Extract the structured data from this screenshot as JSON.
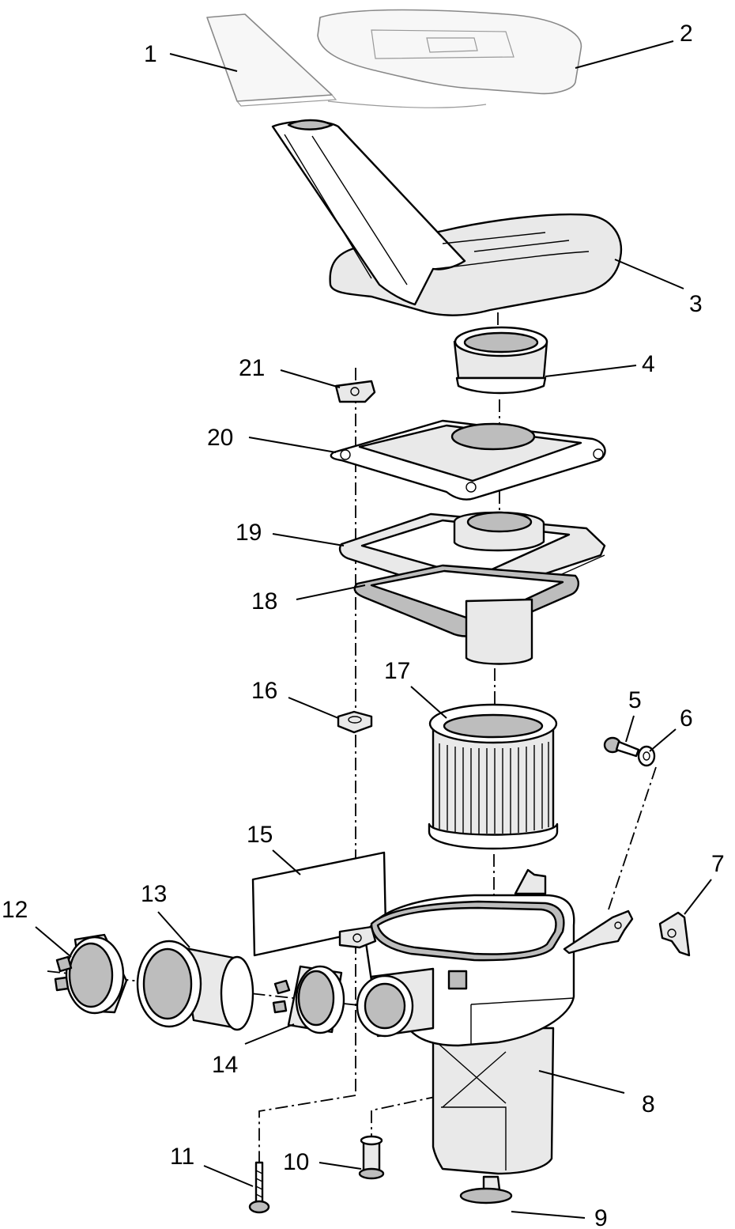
{
  "diagram": {
    "callouts": [
      {
        "number": "1"
      },
      {
        "number": "2"
      },
      {
        "number": "3"
      },
      {
        "number": "4"
      },
      {
        "number": "5"
      },
      {
        "number": "6"
      },
      {
        "number": "7"
      },
      {
        "number": "8"
      },
      {
        "number": "9"
      },
      {
        "number": "10"
      },
      {
        "number": "11"
      },
      {
        "number": "12"
      },
      {
        "number": "13"
      },
      {
        "number": "14"
      },
      {
        "number": "15"
      },
      {
        "number": "16"
      },
      {
        "number": "17"
      },
      {
        "number": "18"
      },
      {
        "number": "19"
      },
      {
        "number": "20"
      },
      {
        "number": "21"
      }
    ]
  }
}
